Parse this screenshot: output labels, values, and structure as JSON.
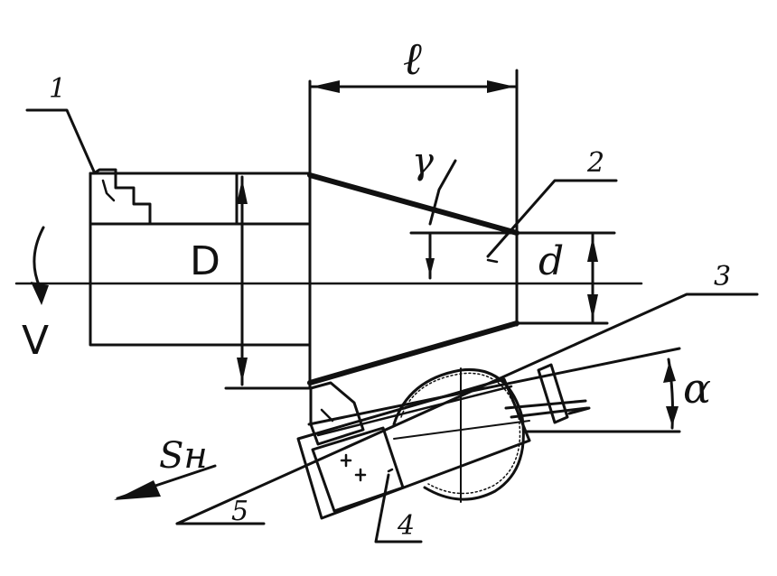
{
  "labels": {
    "part1": "1",
    "part2": "2",
    "part3": "3",
    "part4": "4",
    "part5": "5",
    "length": "ℓ",
    "major_diameter": "D",
    "minor_diameter": "d",
    "taper_angle": "γ",
    "tilt_angle": "α",
    "cutting_speed": "V",
    "feed": "Sн"
  }
}
